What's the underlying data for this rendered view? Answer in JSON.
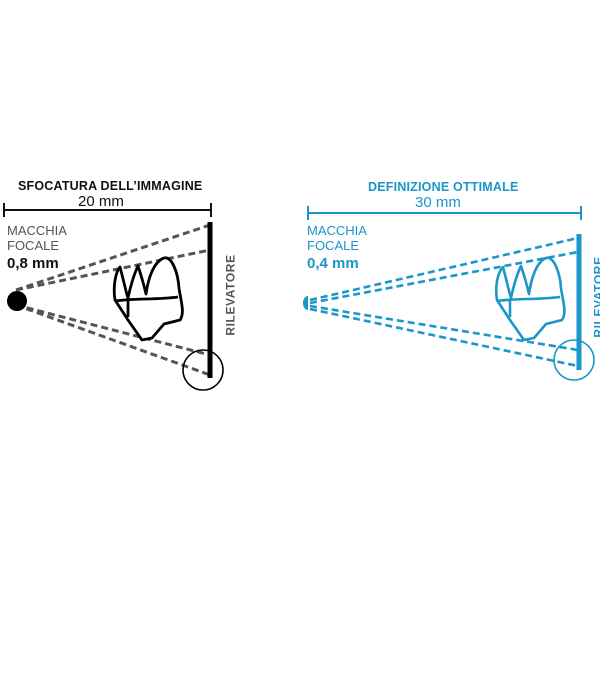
{
  "left": {
    "title": "SFOCATURA DELL’IMMAGINE",
    "distance": "20 mm",
    "focal_spot_label_line1": "MACCHIA",
    "focal_spot_label_line2": "FOCALE",
    "focal_spot_value": "0,8 mm",
    "detector_label": "RILEVATORE",
    "color": "#000000"
  },
  "right": {
    "title": "DEFINIZIONE OTTIMALE",
    "distance": "30 mm",
    "focal_spot_label_line1": "MACCHIA",
    "focal_spot_label_line2": "FOCALE",
    "focal_spot_value": "0,4 mm",
    "detector_label": "RILEVATORE",
    "color": "#1a96c8"
  }
}
